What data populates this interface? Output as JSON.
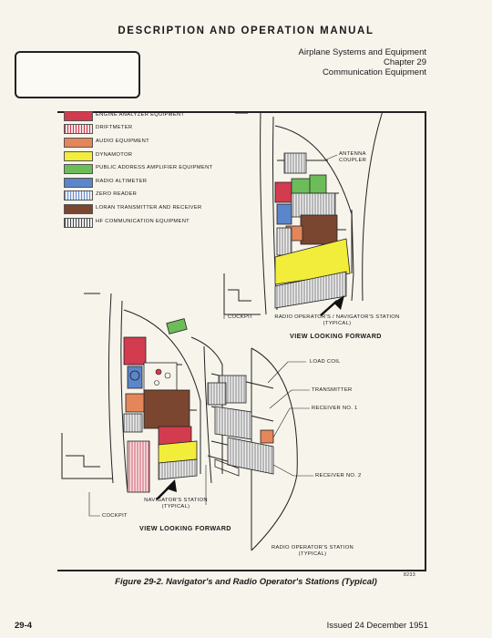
{
  "header": {
    "manual_title": "DESCRIPTION AND OPERATION MANUAL",
    "line1": "Airplane Systems and Equipment",
    "line2": "Chapter 29",
    "line3": "Communication Equipment"
  },
  "legend": [
    {
      "label": "ENGINE ANALYZER EQUIPMENT",
      "color": "#d33b4f",
      "pattern": "solid"
    },
    {
      "label": "DRIFTMETER",
      "color": "#e06070",
      "pattern": "stripes-red"
    },
    {
      "label": "AUDIO EQUIPMENT",
      "color": "#e3875a",
      "pattern": "solid"
    },
    {
      "label": "DYNAMOTOR",
      "color": "#f2ec3a",
      "pattern": "solid"
    },
    {
      "label": "PUBLIC ADDRESS AMPLIFIER EQUIPMENT",
      "color": "#6cbd5a",
      "pattern": "solid"
    },
    {
      "label": "RADIO ALTIMETER",
      "color": "#5b86c9",
      "pattern": "solid"
    },
    {
      "label": "ZERO READER",
      "color": "#8aa6d8",
      "pattern": "stripes-blue"
    },
    {
      "label": "LORAN TRANSMITTER AND RECEIVER",
      "color": "#7a4630",
      "pattern": "solid"
    },
    {
      "label": "HF COMMUNICATION EQUIPMENT",
      "color": "#bbbbbb",
      "pattern": "stripes-gray"
    }
  ],
  "labels": {
    "antenna_coupler": "ANTENNA\nCOUPLER",
    "cockpit_top": "COCKPIT",
    "radio_operator_top": "RADIO OPERATOR'S / NAVIGATOR'S STATION",
    "typical_top": "(TYPICAL)",
    "view_top": "VIEW LOOKING FORWARD",
    "load_coil": "LOAD COIL",
    "transmitter": "TRANSMITTER",
    "receiver1": "RECEIVER NO. 1",
    "receiver2": "RECEIVER NO. 2",
    "navigator_station": "NAVIGATOR'S STATION",
    "typical_nav": "(TYPICAL)",
    "cockpit_bottom": "COCKPIT",
    "view_bottom": "VIEW LOOKING FORWARD",
    "radio_operator_bottom": "RADIO OPERATOR'S STATION",
    "typical_radio": "(TYPICAL)"
  },
  "figure_code": "8233",
  "figure_caption": "Figure 29-2.  Navigator's and Radio Operator's Stations (Typical)",
  "footer": {
    "page_number": "29-4",
    "issued": "Issued 24 December 1951"
  }
}
